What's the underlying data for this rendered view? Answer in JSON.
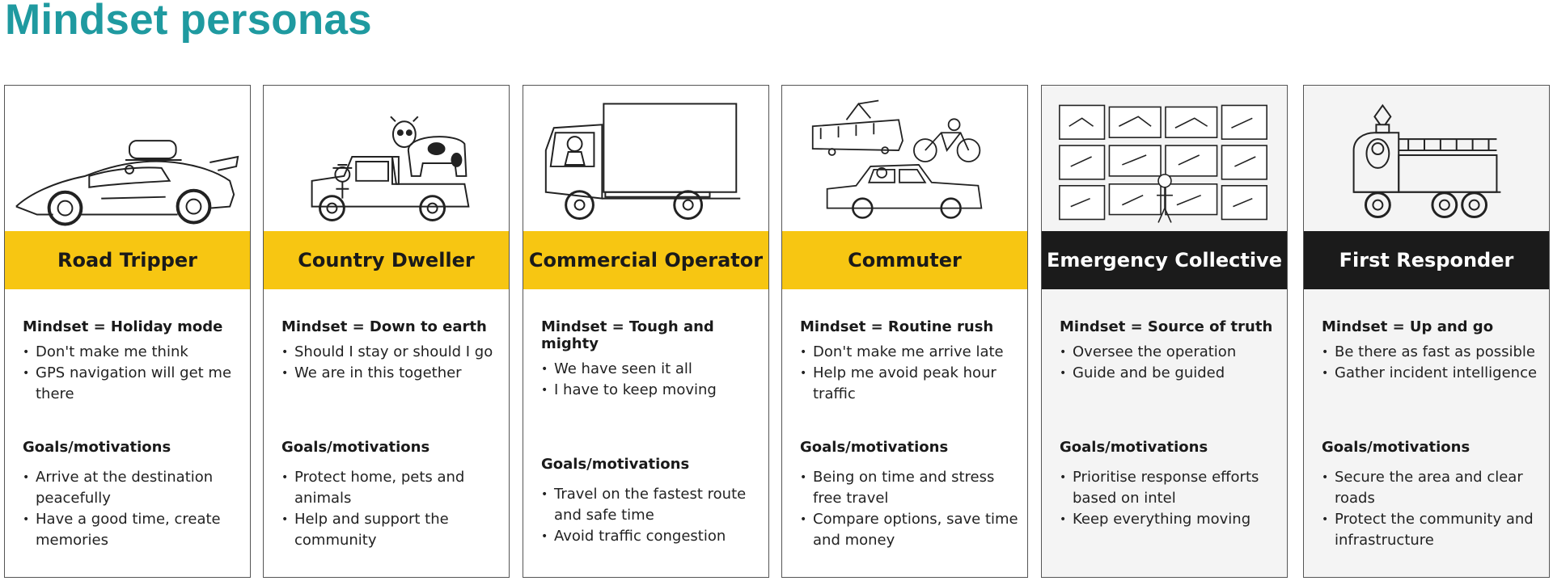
{
  "page": {
    "title": "Mindset personas"
  },
  "personas": [
    {
      "name": "Road Tripper",
      "banner_color": "#f7c612",
      "icon": "sports-car-with-roof-box-icon",
      "mindset": "Mindset = Holiday mode",
      "mindset_points": [
        "Don't make me think",
        "GPS navigation will get me there"
      ],
      "goals_title": "Goals/motivations",
      "goals": [
        "Arrive at the destination peacefully",
        "Have a good time, create memories"
      ]
    },
    {
      "name": "Country Dweller",
      "banner_color": "#f7c612",
      "icon": "pickup-truck-with-cow-icon",
      "mindset": "Mindset = Down to earth",
      "mindset_points": [
        "Should I stay or should I go",
        "We are in this together"
      ],
      "goals_title": "Goals/motivations",
      "goals": [
        "Protect home, pets and animals",
        "Help and support the community"
      ]
    },
    {
      "name": "Commercial Operator",
      "banner_color": "#f7c612",
      "icon": "box-truck-icon",
      "mindset": "Mindset = Tough and mighty",
      "mindset_points": [
        "We have seen it all",
        "I have to keep moving"
      ],
      "goals_title": "Goals/motivations",
      "goals": [
        "Travel on the fastest route and safe time",
        "Avoid traffic congestion"
      ]
    },
    {
      "name": "Commuter",
      "banner_color": "#f7c612",
      "icon": "tram-bike-car-icon",
      "mindset": "Mindset = Routine rush",
      "mindset_points": [
        "Don't make me arrive late",
        "Help me avoid peak hour traffic"
      ],
      "goals_title": "Goals/motivations",
      "goals": [
        "Being on time and stress free travel",
        "Compare options, save time and money"
      ]
    },
    {
      "name": "Emergency Collective",
      "banner_color": "#1b1b1b",
      "icon": "control-room-screens-icon",
      "mindset": "Mindset = Source of truth",
      "mindset_points": [
        "Oversee the operation",
        "Guide and be guided"
      ],
      "goals_title": "Goals/motivations",
      "goals": [
        "Prioritise response efforts based on intel",
        "Keep everything moving"
      ]
    },
    {
      "name": "First Responder",
      "banner_color": "#1b1b1b",
      "icon": "fire-truck-icon",
      "mindset": "Mindset = Up and go",
      "mindset_points": [
        "Be there as fast as possible",
        "Gather incident intelligence"
      ],
      "goals_title": "Goals/motivations",
      "goals": [
        "Secure the area and clear roads",
        "Protect the community and infrastructure"
      ]
    }
  ]
}
